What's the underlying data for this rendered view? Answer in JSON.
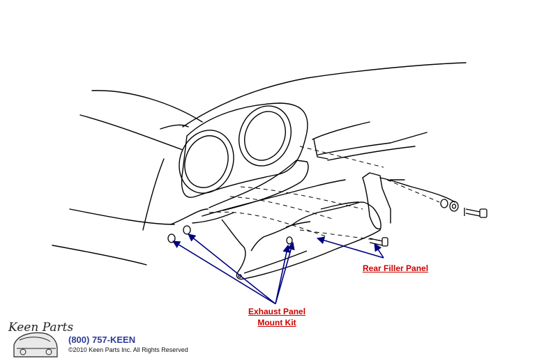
{
  "callouts": {
    "rear_filler_panel": "Rear Filler Panel",
    "exhaust_panel_line1": "Exhaust Panel",
    "exhaust_panel_line2": "Mount Kit"
  },
  "branding": {
    "logo_script": "Keen Parts",
    "phone": "(800) 757-KEEN",
    "copyright": "©2010 Keen Parts Inc. All Rights Reserved"
  },
  "colors": {
    "line_art": "#000000",
    "leader_arrows": "#000080",
    "callout_text": "#cc0000",
    "phone_text": "#2f3a9a"
  }
}
